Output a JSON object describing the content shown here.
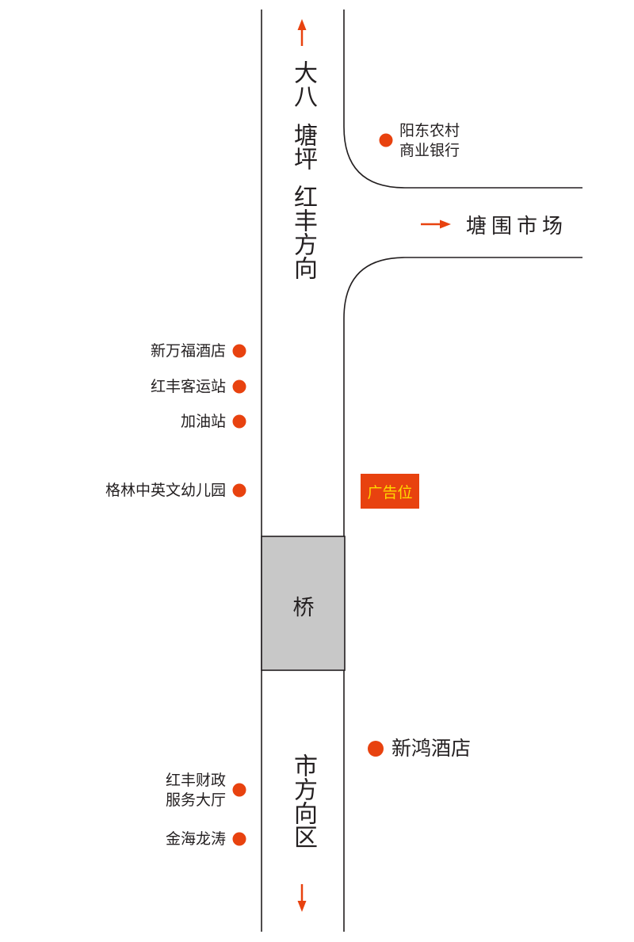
{
  "colors": {
    "road_line": "#231f20",
    "marker": "#e8420f",
    "bridge_fill": "#c8c8c8",
    "ad_background": "#e8420f",
    "ad_text": "#ffd800"
  },
  "directions": {
    "north": [
      "大八",
      "塘坪",
      "红丰方向"
    ],
    "south": "市方向区",
    "east": "塘围市场"
  },
  "bridge": {
    "label": "桥"
  },
  "ad": {
    "label": "广告位"
  },
  "pois": {
    "yangdong_bank": [
      "阳东农村",
      "商业银行"
    ],
    "xinwanfu_hotel": "新万福酒店",
    "hongfeng_bus_station": "红丰客运站",
    "gas_station": "加油站",
    "gelin_kindergarten": "格林中英文幼儿园",
    "xinhong_hotel": "新鸿酒店",
    "hongfeng_finance": [
      "红丰财政",
      "服务大厅"
    ],
    "jinhai_longtao": "金海龙涛"
  }
}
